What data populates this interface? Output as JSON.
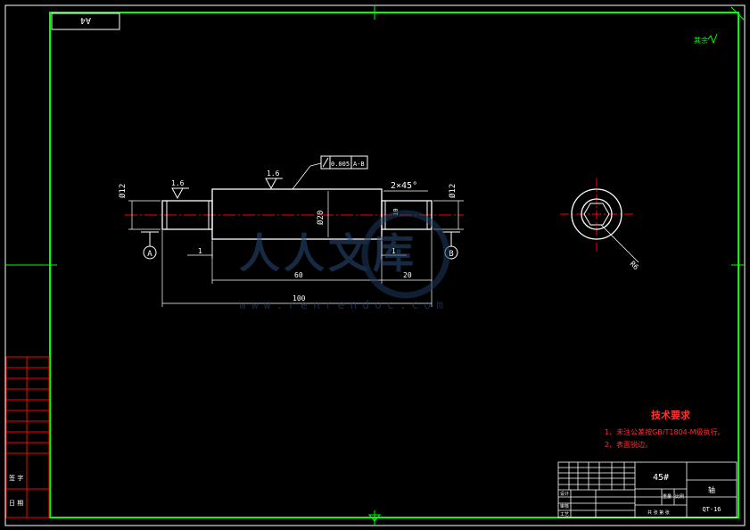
{
  "drawing": {
    "sheet_code": "A4",
    "roughness_other": "其余",
    "roughness_value_left": "1.6",
    "roughness_value_mid": "1.6",
    "tolerance": {
      "value": "0.005",
      "datum": "A-B"
    },
    "chamfer": "2×45°",
    "dia_left": "Ø12",
    "dia_mid": "Ø20",
    "dia_right": "Ø12",
    "dim_step_left": "1",
    "dim_step_right": "1",
    "dim_mid_length": "60",
    "dim_right_length": "20",
    "dim_total_length": "100",
    "dim_right_height": "10",
    "datum_a": "A",
    "datum_b": "B",
    "side_view_dim": "R6"
  },
  "watermark": {
    "logo_text": "人人文库",
    "url": "www.renrendoc.com"
  },
  "notes": {
    "title": "技术要求",
    "items": [
      "1、未注公差按GB/T1804-M级执行。",
      "2、表面锐边。"
    ]
  },
  "title_block": {
    "material": "45#",
    "part_name": "轴",
    "drawing_number": "QT-16",
    "row_labels": [
      "设计",
      "审核",
      "工艺"
    ],
    "scale_label": "比例",
    "weight_label": "重量",
    "sheet_label": "共 张 第 张"
  },
  "left_strip": {
    "label_top": "签 字",
    "label_bottom": "日 期"
  }
}
